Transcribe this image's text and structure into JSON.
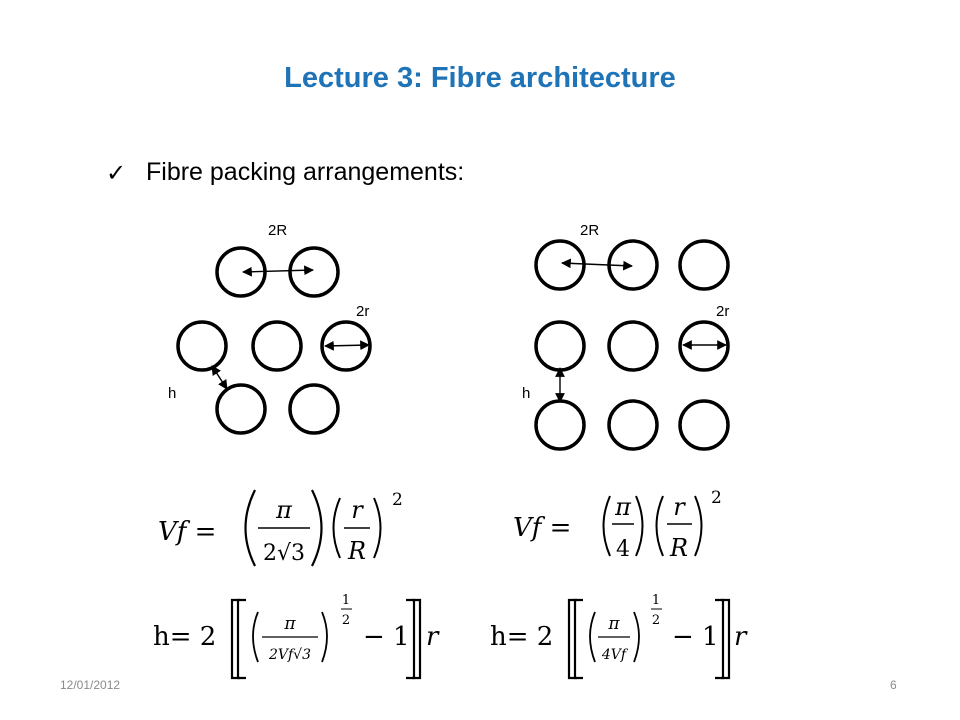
{
  "slide": {
    "title": "Lecture 3: Fibre architecture",
    "title_color": "#1F73B7",
    "bullet": {
      "icon": "checkmark-icon",
      "text": "Fibre packing arrangements:"
    },
    "hexagonal": {
      "label_2R": "2R",
      "label_2r": "2r",
      "label_h": "h"
    },
    "square": {
      "label_2R": "2R",
      "label_2r": "2r",
      "label_h": "h"
    },
    "formulas": {
      "vf_lhs": "Vf =",
      "vf_hex": {
        "pi": "π",
        "den": "2√3",
        "r": "r",
        "R": "R",
        "exp": "2"
      },
      "vf_sq": {
        "pi": "π",
        "den": "4",
        "r": "r",
        "R": "R",
        "exp": "2"
      },
      "h_lhs": "h= 2",
      "h_hex": {
        "pi": "π",
        "den": "2Vf√3",
        "exp_num": "1",
        "exp_den": "2",
        "minus_one": "− 1",
        "r": "r"
      },
      "h_sq": {
        "pi": "π",
        "den": "4Vf",
        "exp_num": "1",
        "exp_den": "2",
        "minus_one": "− 1",
        "r": "r"
      }
    },
    "footer": {
      "date": "12/01/2012",
      "page": "6"
    }
  }
}
